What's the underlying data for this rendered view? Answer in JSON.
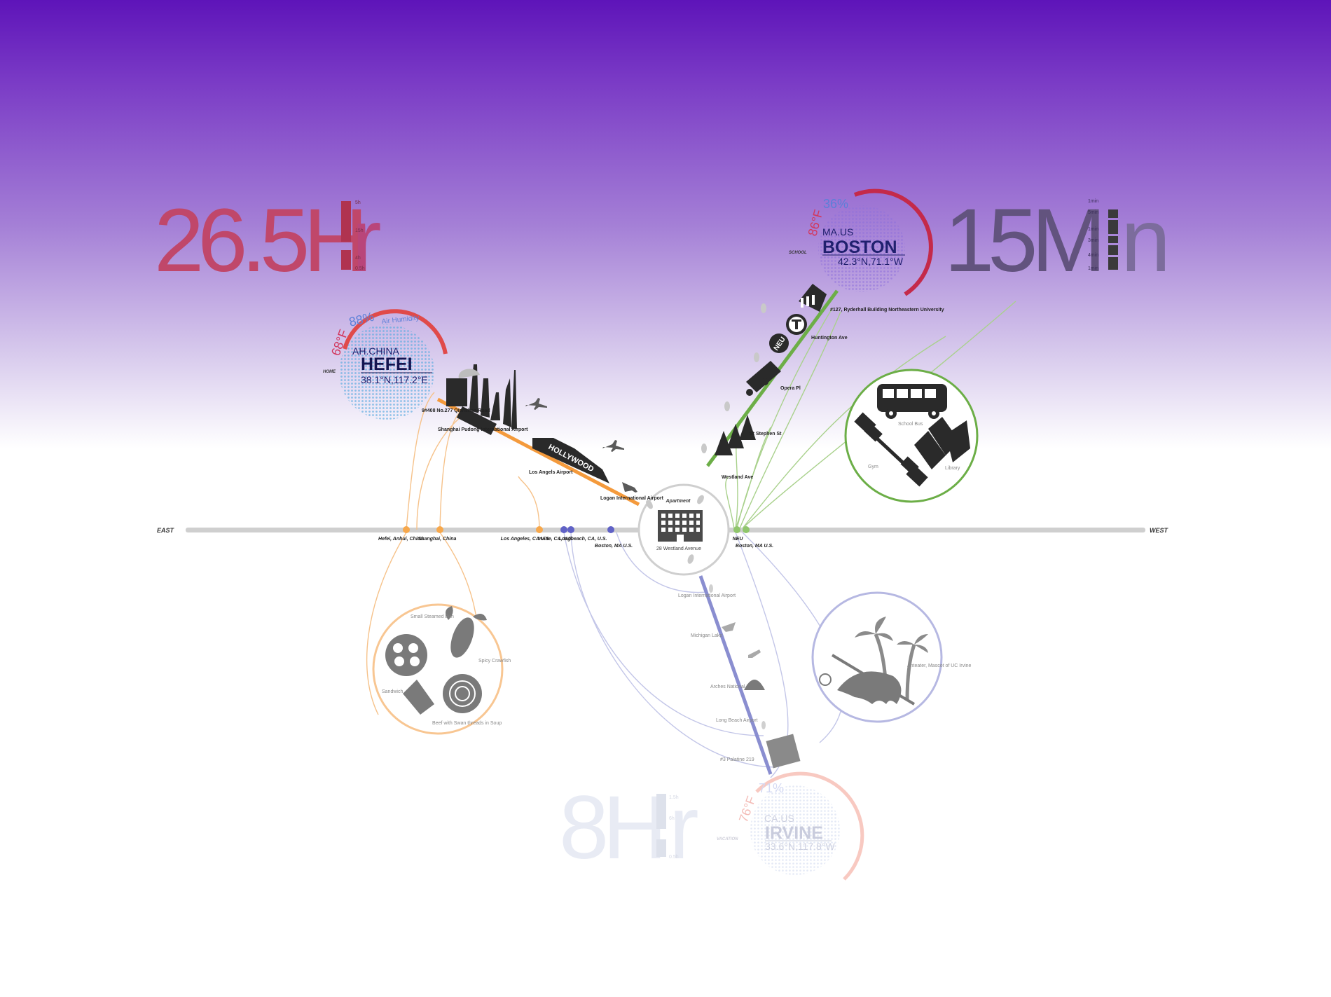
{
  "axis": {
    "east": "EAST",
    "west": "WEST"
  },
  "durations": {
    "hefei": {
      "value": "26.5H",
      "suffix": "r",
      "scale": [
        "5h",
        "15h",
        "4h",
        "0.5h"
      ]
    },
    "boston": {
      "value": "15M",
      "suffix": "n",
      "scale": [
        "1min",
        "5min",
        "1min",
        "3min",
        "4min",
        "1min"
      ]
    },
    "irvine": {
      "value": "8H",
      "suffix": "r",
      "scale": [
        "1.5h",
        "6h",
        "0.5h"
      ]
    }
  },
  "cities": {
    "hefei": {
      "tag": "HOME",
      "region": "AH.CHINA",
      "name": "HEFEI",
      "coords": "38.1°N,117.2°E",
      "temp": "68°F",
      "humidity": "88%",
      "humidity_label": "Air Humidity"
    },
    "boston": {
      "tag": "SCHOOL",
      "region": "MA.US",
      "name": "BOSTON",
      "coords": "42.3°N,71.1°W",
      "temp": "86°F",
      "humidity": "36%"
    },
    "irvine": {
      "tag": "VACATION",
      "region": "CA.US",
      "name": "IRVINE",
      "coords": "33.6°N,117.8°W",
      "temp": "76°F",
      "humidity": "71%"
    }
  },
  "center": {
    "title": "Apartment",
    "address": "28 Westland Avenue"
  },
  "axis_points": {
    "hefei": "Hefei, Anhui, China",
    "shanghai": "Shanghai, China",
    "la": "Los Angeles, CA U.S.",
    "irvine": "Irvine, CA, U.S.",
    "longbeach": "Longbeach, CA, U.S.",
    "boston_l": "Boston, MA U.S.",
    "neu": "NEU",
    "boston_r": "Boston, MA U.S."
  },
  "orange_route": {
    "start": "9#408 No.277 Qianshan Road",
    "shanghai": "Shanghai Pudong International Airport",
    "la": "Los Angels Airport",
    "logan": "Logan International Airport"
  },
  "green_route": {
    "top": "#127, Ryderhall Building Northeastern University",
    "huntington": "Huntington Ave",
    "opera": "Opera Pl",
    "stephen": "St Stephen St",
    "westland": "Westland Ave"
  },
  "blue_route": {
    "logan": "Logan International Airport",
    "michigan": "Michigan Lake",
    "arches": "Arches National Park",
    "longbeach": "Long Beach Airport",
    "palatine": "#3 Palatine 219"
  },
  "food": {
    "bun": "Small Steamed Bun",
    "crawfish": "Spicy Crawfish",
    "sandwich": "Sandwich",
    "noodle": "Beef with Swan threads in Soup"
  },
  "school": {
    "bus": "School Bus",
    "gym": "Gym",
    "library": "Library"
  },
  "vacation": {
    "anteater": "Anteater, Mascot of UC Irvine"
  },
  "landmark": "HOLLYWOOD",
  "colors": {
    "hefei": "#c24a5c",
    "boston_ring": "#c42a4a",
    "orange": "#f49a3c",
    "green": "#6cae47",
    "blue": "#8a8ed0",
    "axis": "#cfcfcf"
  }
}
